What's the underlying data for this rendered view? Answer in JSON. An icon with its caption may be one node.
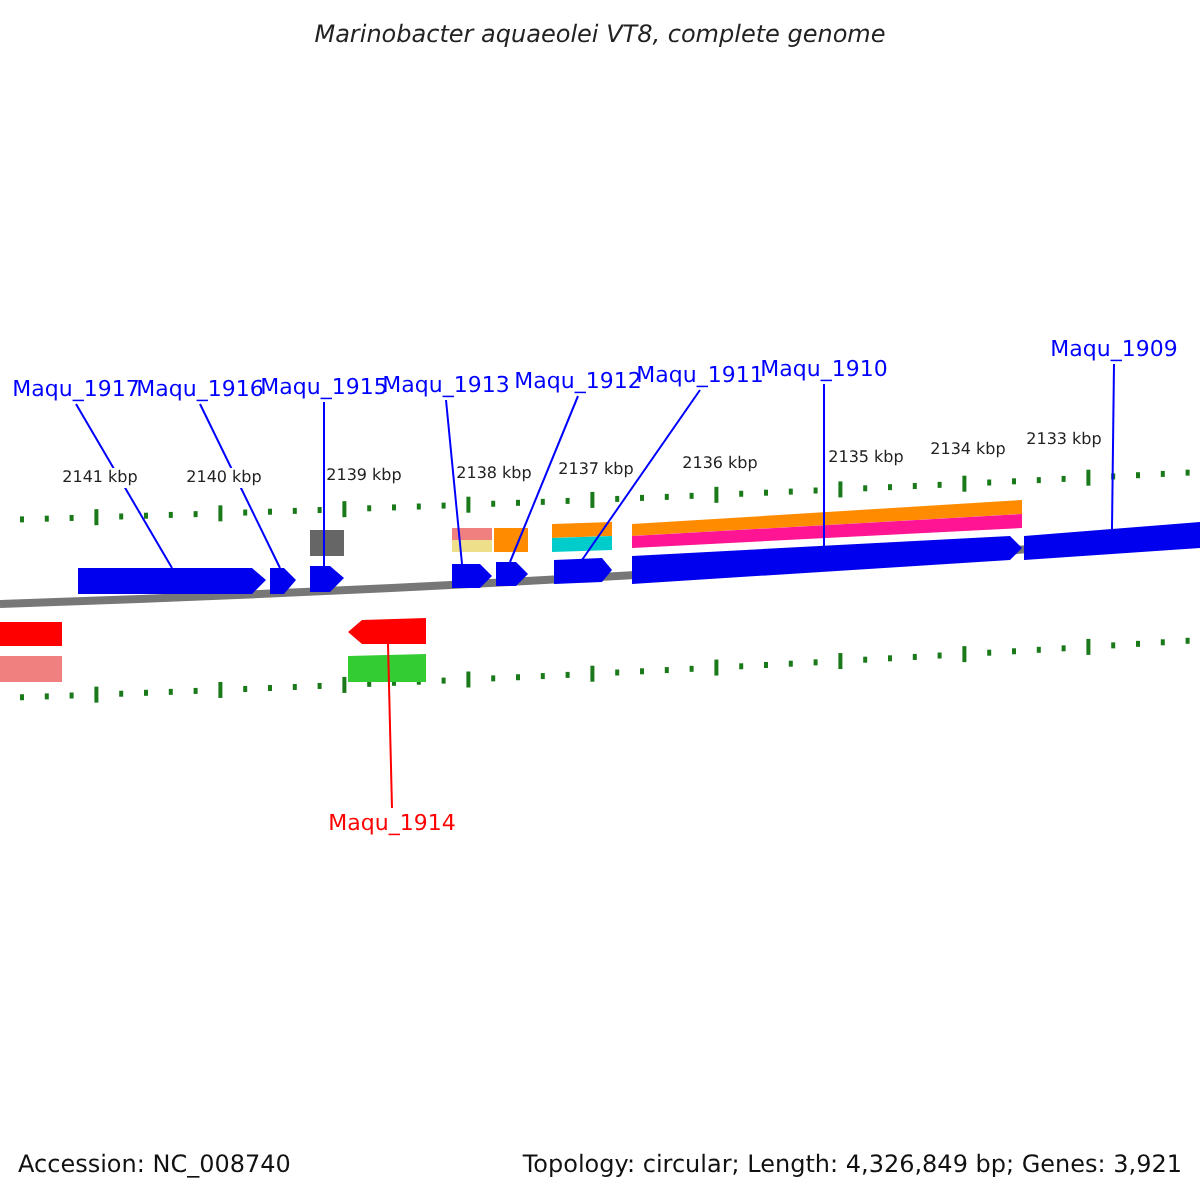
{
  "diagram": {
    "title": "Marinobacter aquaeolei VT8, complete genome",
    "nodes": [
      {
        "text": [
          "Maqu_1917"
        ]
      },
      {
        "text": [
          "Maqu_1916"
        ]
      },
      {
        "text": [
          "Maqu_1915"
        ]
      },
      {
        "text": [
          "Maqu_1913"
        ]
      },
      {
        "text": [
          "Maqu_1912"
        ]
      },
      {
        "text": [
          "Maqu_1911"
        ]
      },
      {
        "text": [
          "Maqu_1910"
        ]
      },
      {
        "text": [
          "Maqu_1909"
        ]
      },
      {
        "text": [
          "Maqu_1914"
        ]
      },
      {
        "text": [],
        "shape": "arrow"
      },
      {
        "text": [],
        "shape": "arrow"
      },
      {
        "text": [],
        "shape": "arrow"
      },
      {
        "text": [],
        "shape": "arrow"
      },
      {
        "text": [],
        "shape": "arrow"
      },
      {
        "text": [],
        "shape": "arrow"
      },
      {
        "text": [],
        "shape": "arrow"
      },
      {
        "text": [],
        "shape": "arrow"
      },
      {
        "text": [],
        "shape": "arrow"
      }
    ],
    "edges": [
      {
        "from": 0,
        "to": 9,
        "arrow": "none"
      },
      {
        "from": 1,
        "to": 10,
        "arrow": "none"
      },
      {
        "from": 2,
        "to": 11,
        "arrow": "none"
      },
      {
        "from": 3,
        "to": 12,
        "arrow": "none"
      },
      {
        "from": 4,
        "to": 13,
        "arrow": "none"
      },
      {
        "from": 5,
        "to": 14,
        "arrow": "none"
      },
      {
        "from": 6,
        "to": 15,
        "arrow": "none"
      },
      {
        "from": 7,
        "to": 16,
        "arrow": "none"
      },
      {
        "from": 8,
        "to": 17,
        "arrow": "none",
        "color": "#ff0000"
      }
    ],
    "labels": [
      "2141 kbp",
      "2140 kbp",
      "2139 kbp",
      "2138 kbp",
      "2137 kbp",
      "2136 kbp",
      "2135 kbp",
      "2134 kbp",
      "2133 kbp",
      "Accession: NC_008740",
      "Topology: circular; Length: 4,326,849 bp; Genes: 3,921"
    ]
  }
}
